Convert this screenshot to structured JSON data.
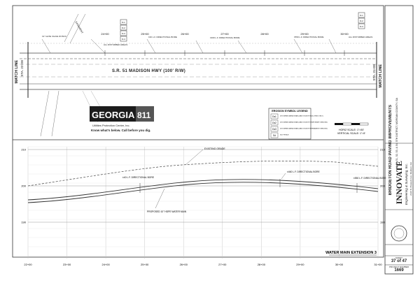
{
  "plan": {
    "road_label": "S.R. 51 MADISON HWY (100' R/W)",
    "match_line_left": "MATCH LINE",
    "match_line_left_sta": "STA. 22+00",
    "match_line_right": "MATCH LINE",
    "match_line_right_sta": "STA. 31+00",
    "stations": [
      "24+00",
      "25+00",
      "26+00",
      "27+00",
      "28+00",
      "29+00",
      "30+00"
    ],
    "easement": "EASEMENT",
    "detail_box": [
      "D-1",
      "D-2",
      "D-3",
      "D-4"
    ],
    "callouts": [
      "±2\" GATE VALVE W/ BOX",
      "ALL DISTURBED AREAS",
      "±40 L.F. DIRECTIONAL BORE",
      "±460 L.F. DIRECTIONAL BORE",
      "±550 L.F. DIRECTIONAL BORE",
      "ALL DISTURBED AREAS"
    ]
  },
  "georgia811": {
    "name": "GEORGIA",
    "number": "811",
    "sub": "Utilities Protection Center, Inc.",
    "tagline": "Know what's below. Call before you dig."
  },
  "legend": {
    "title": "EROSION SYMBOL LEGEND",
    "rows": [
      {
        "sym": "Ds1",
        "text": "DISTURBED AREA STABILIZATION (WITH MULCHING ONLY)"
      },
      {
        "sym": "Ds2",
        "text": "DISTURBED AREA STABILIZATION (WITH TEMPORARY SEEDING)"
      },
      {
        "sym": "Ds3",
        "text": "DISTURBED AREA STABILIZATION (WITH PERMANENT SEEDING)"
      },
      {
        "sym": "Sd",
        "text": "SILT FENCE"
      }
    ]
  },
  "scale": {
    "horizontal": "HORIZ SCALE: 1\"=50'",
    "vertical": "VERTICAL SCALE: 1\"=5'"
  },
  "profile": {
    "title": "WATER MAIN EXTENSION 3",
    "elevations": [
      "210",
      "200",
      "190"
    ],
    "stations": [
      "22+00",
      "23+00",
      "24+00",
      "25+00",
      "26+00",
      "27+00",
      "28+00",
      "29+00",
      "30+00",
      "31+00"
    ],
    "existing_grade": "EXISTING GRADE",
    "proposed_pipe": "PROPOSED 10\" HDPE WATER MAIN",
    "bore_label_1": "±40 L.F. DIRECTIONAL BORE",
    "bore_label_2": "±460 L.F. DIRECTIONAL BORE",
    "bore_label_3": "±550 L.F. DIRECTIONAL BORE"
  },
  "titleblock": {
    "project": "BRIDGETON ROAD PAVING IMPROVEMENTS",
    "location": "LL 50, 51, 52, 53, & 54, 5TH DISTRICT, MORGAN COUNTY, GA",
    "company": "INNOVATE",
    "company_sub": "Engineering & Surveying, Inc.",
    "address": "2120 N. Pleasant Ave. Madison, GA",
    "sheet_label": "SHEET",
    "sheet_number": "37 of 47",
    "project_label": "PROJECT NUMBER",
    "project_number": "1669"
  }
}
